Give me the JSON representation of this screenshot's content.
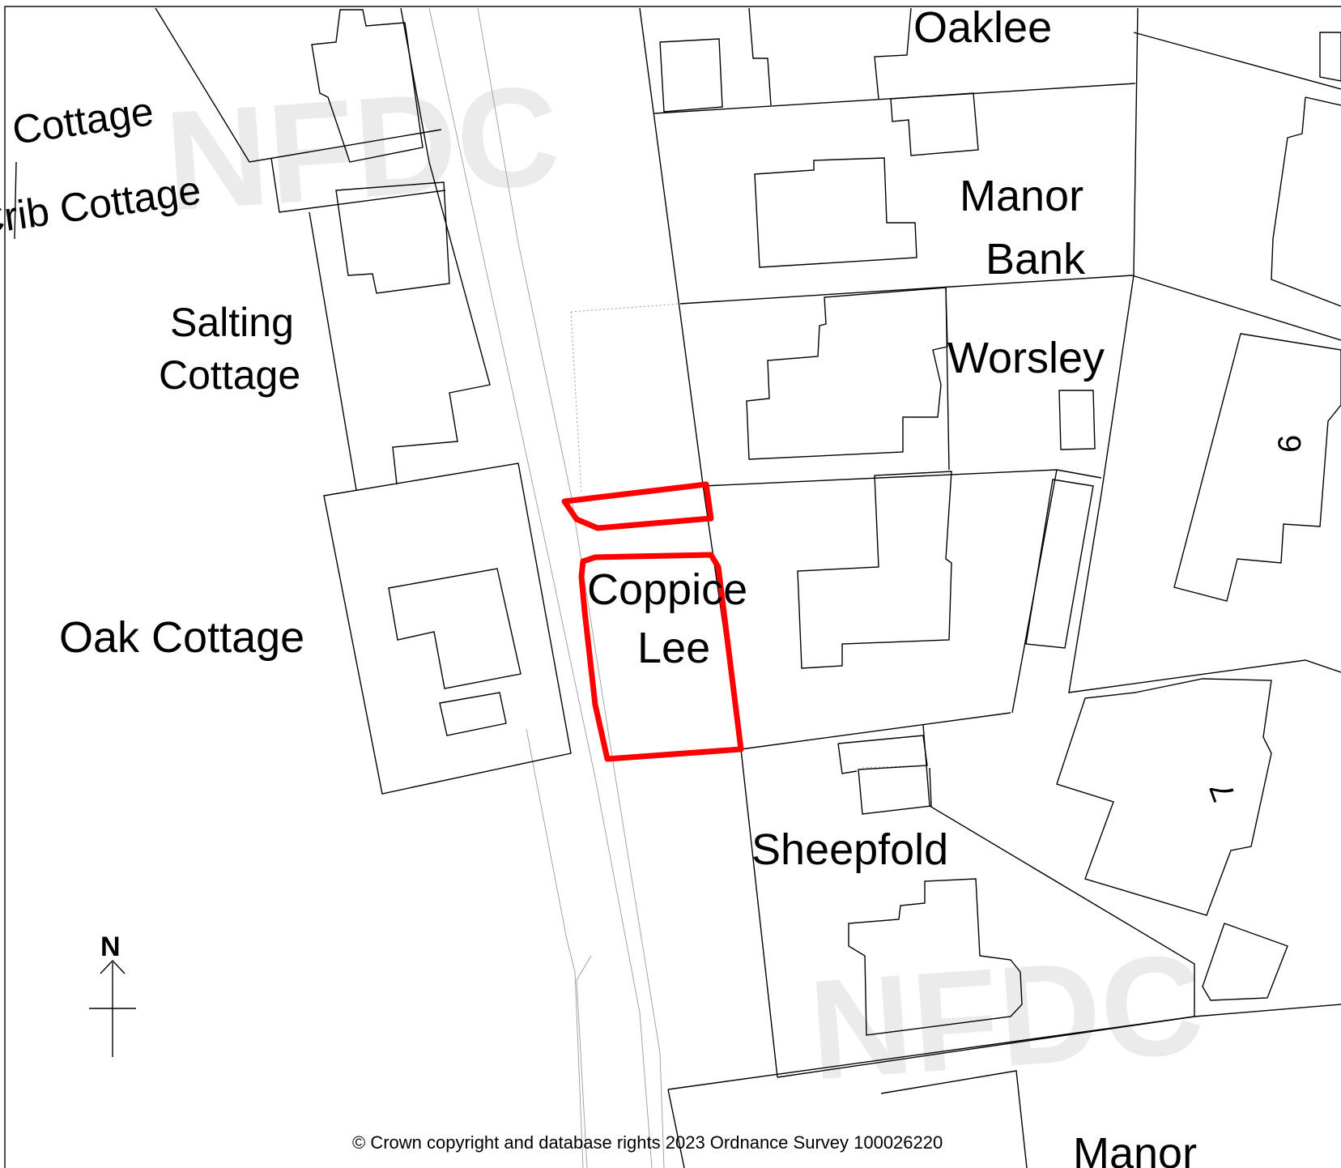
{
  "watermark": "NFDC",
  "north_label": "N",
  "copyright": "© Crown copyright and database rights 2023 Ordnance Survey 100026220",
  "property_labels": {
    "cottage": "Cottage",
    "crib_cottage": "Crib Cottage",
    "salting_1": "Salting",
    "salting_2": "Cottage",
    "oak_cottage": "Oak Cottage",
    "oaklee": "Oaklee",
    "manor_bank_1": "Manor",
    "manor_bank_2": "Bank",
    "worsley": "Worsley",
    "coppice_1": "Coppice",
    "coppice_2": "Lee",
    "sheepfold": "Sheepfold",
    "manor_bottom": "Manor",
    "house_6": "6",
    "house_7": "7"
  },
  "colors": {
    "site_boundary": "#ff0000",
    "watermark": "#ebebeb",
    "lines": "#000000"
  }
}
